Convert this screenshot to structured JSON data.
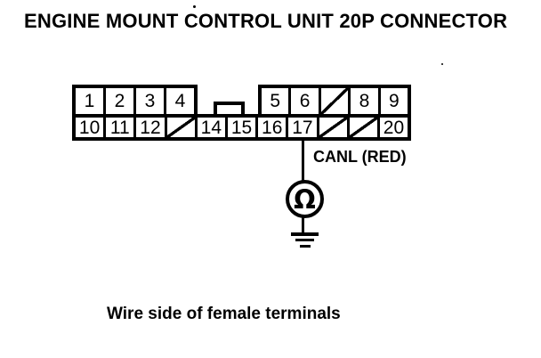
{
  "title": "ENGINE MOUNT CONTROL UNIT 20P CONNECTOR",
  "caption": "Wire side of female terminals",
  "connector": {
    "description": "20P connector pin grid",
    "top_left_pins": [
      "1",
      "2",
      "3",
      "4"
    ],
    "top_right_pins": [
      "5",
      "6",
      "",
      "8",
      "9"
    ],
    "bottom_pins": [
      "10",
      "11",
      "12",
      "",
      "14",
      "15",
      "16",
      "17",
      "",
      "",
      "20"
    ],
    "slashed_positions": [
      "7",
      "13",
      "18",
      "19"
    ]
  },
  "probe": {
    "wire_label": "CANL (RED)",
    "from_pin": "17",
    "meter_symbol": "Ω",
    "meter_icon": "ohmmeter-icon",
    "ground_icon": "ground-icon"
  },
  "colors": {
    "ink": "#000000",
    "paper": "#ffffff"
  }
}
